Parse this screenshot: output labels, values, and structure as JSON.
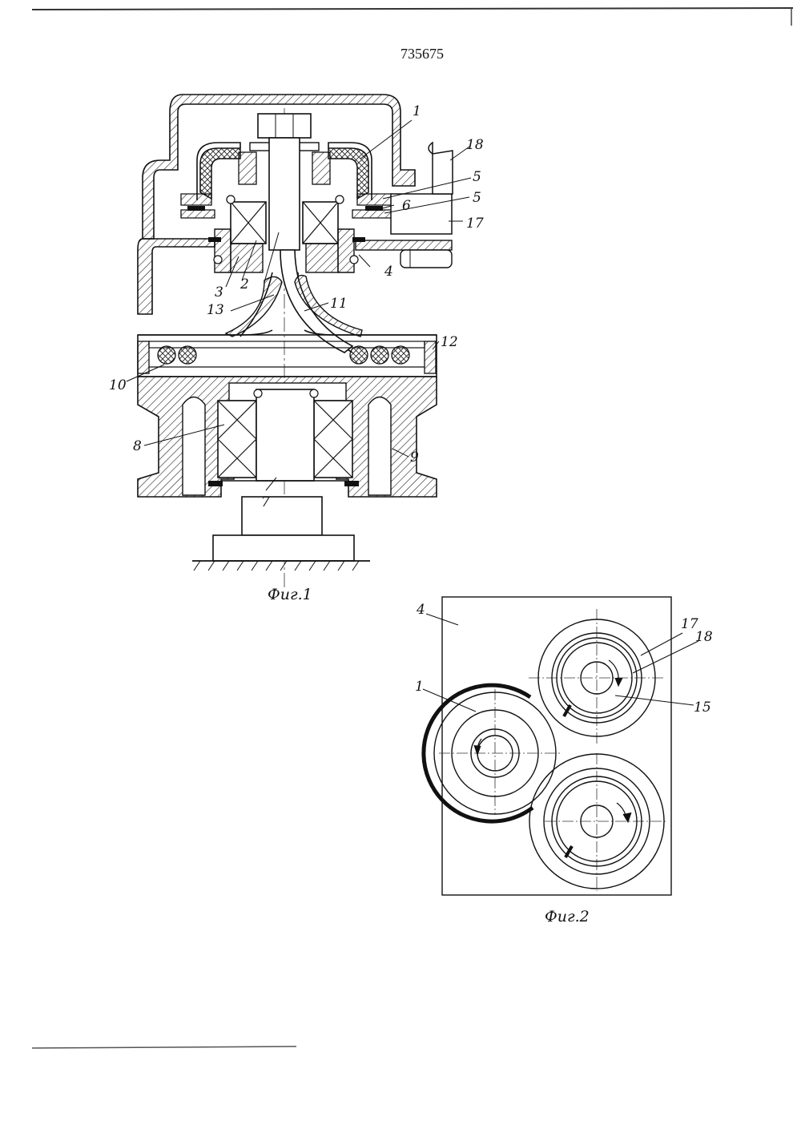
{
  "document": {
    "number": "735675"
  },
  "figure1": {
    "caption": "Фиг.1",
    "labels": {
      "l1": "1",
      "l2": "2",
      "l3": "3",
      "l4": "4",
      "l5a": "5",
      "l5b": "5",
      "l6": "6",
      "l7": "7",
      "l8": "8",
      "l9": "9",
      "l10": "10",
      "l11": "11",
      "l12": "12",
      "l13": "13",
      "l17": "17",
      "l18": "18"
    }
  },
  "figure2": {
    "caption": "Фиг.2",
    "labels": {
      "l4": "4",
      "l1": "1",
      "l17": "17",
      "l18": "18",
      "l15": "15"
    }
  }
}
